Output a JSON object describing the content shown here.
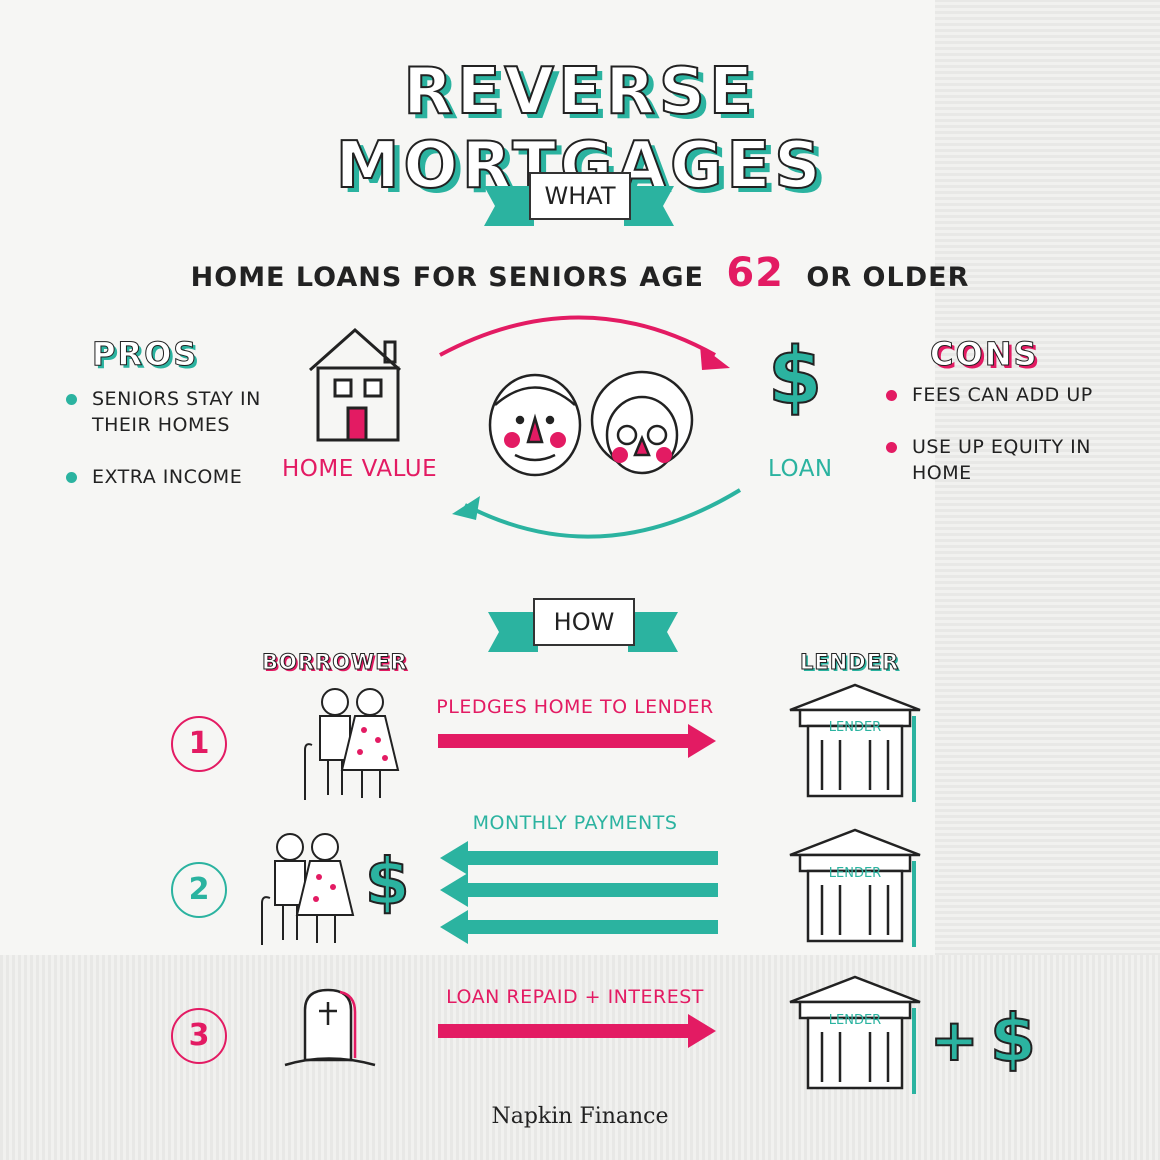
{
  "title": "REVERSE MORTGAGES",
  "what": {
    "ribbon": "WHAT",
    "headline_before": "HOME LOANS FOR SENIORS AGE",
    "age": "62",
    "headline_after": "OR OLDER"
  },
  "pros": {
    "heading": "PROS",
    "items": [
      "SENIORS STAY IN THEIR HOMES",
      "EXTRA INCOME"
    ]
  },
  "cons": {
    "heading": "CONS",
    "items": [
      "FEES CAN ADD UP",
      "USE UP EQUITY IN HOME"
    ]
  },
  "cycle": {
    "home_label": "HOME VALUE",
    "loan_label": "LOAN",
    "dollar": "$"
  },
  "how": {
    "ribbon": "HOW",
    "borrower_heading": "BORROWER",
    "lender_heading": "LENDER",
    "building_label": "LENDER",
    "steps": [
      {
        "number": "1",
        "label": "PLEDGES HOME TO LENDER"
      },
      {
        "number": "2",
        "label": "MONTHLY PAYMENTS"
      },
      {
        "number": "3",
        "label": "LOAN REPAID + INTEREST"
      }
    ],
    "plus": "+",
    "dollar": "$"
  },
  "footer": "Napkin Finance",
  "colors": {
    "pink": "#e31b63",
    "teal": "#2bb3a0",
    "ink": "#222222"
  }
}
